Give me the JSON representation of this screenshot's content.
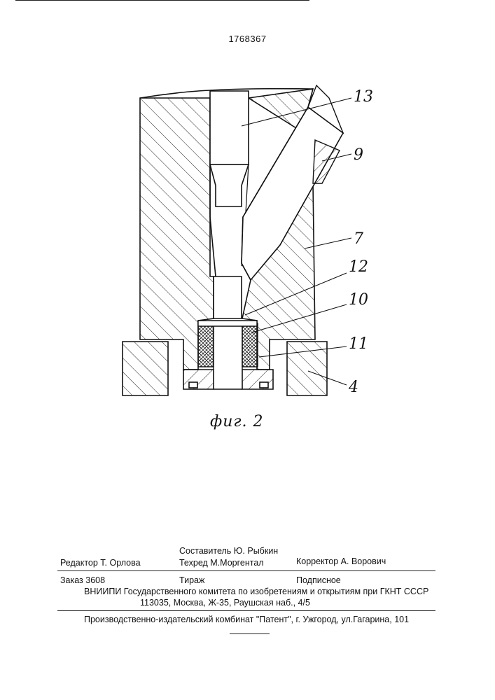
{
  "header": {
    "patent_number": "1768367"
  },
  "figure": {
    "caption": "фиг. 2",
    "callouts": [
      "13",
      "9",
      "7",
      "12",
      "10",
      "11",
      "4"
    ]
  },
  "colophon": {
    "compiler": "Составитель Ю. Рыбкин",
    "editor": "Редактор Т. Орлова",
    "techred": "Техред М.Моргентал",
    "corrector": "Корректор А. Ворович",
    "order": "Заказ 3608",
    "circulation": "Тираж",
    "subscription": "Подписное",
    "institute": "ВНИИПИ Государственного комитета по изобретениям и открытиям при ГКНТ СССР",
    "address": "113035, Москва, Ж-35, Раушская наб., 4/5",
    "publisher": "Производственно-издательский комбинат \"Патент\", г. Ужгород, ул.Гагарина, 101"
  }
}
